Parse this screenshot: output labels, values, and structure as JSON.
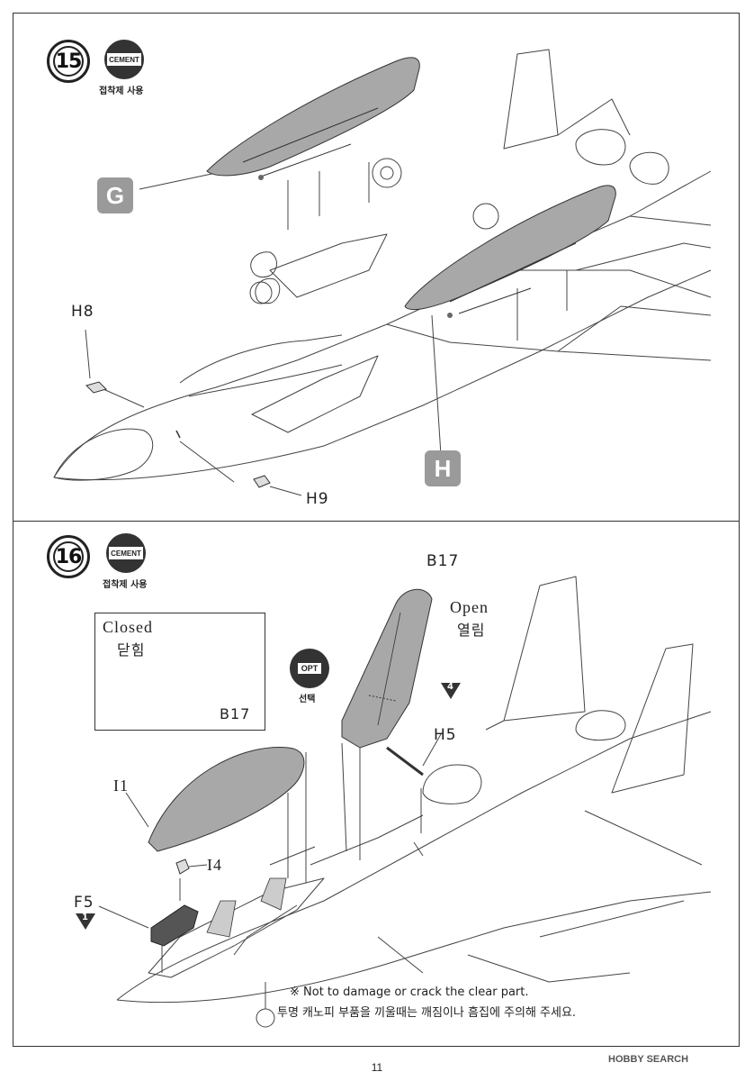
{
  "step15": {
    "number": "15",
    "cement_label": "CEMENT",
    "cement_caption_kr": "접착제 사용",
    "parts": {
      "G": "G",
      "H": "H",
      "H8": "H8",
      "H9": "H9"
    }
  },
  "step16": {
    "number": "16",
    "cement_label": "CEMENT",
    "cement_caption_kr": "접착제 사용",
    "closed_label_en": "Closed",
    "closed_label_kr": "닫힘",
    "closed_part": "B17",
    "open_label_en": "Open",
    "open_label_kr": "열림",
    "open_part": "B17",
    "opt_label": "OPT",
    "opt_caption_kr": "선택",
    "paint_marker_4": "4",
    "paint_marker_1": "1",
    "parts": {
      "I1": "I1",
      "I4": "I4",
      "F5": "F5",
      "H5": "H5"
    },
    "note_en": "※ Not to damage or crack the clear part.",
    "note_kr": "투명 캐노피 부품을 끼울때는 깨짐이나 흠집에 주의해 주세요."
  },
  "page_number": "11",
  "watermark": "HOBBY SEARCH",
  "colors": {
    "part_fill": "#a8a8a8",
    "line": "#444444",
    "tag": "#9a9a9a"
  }
}
